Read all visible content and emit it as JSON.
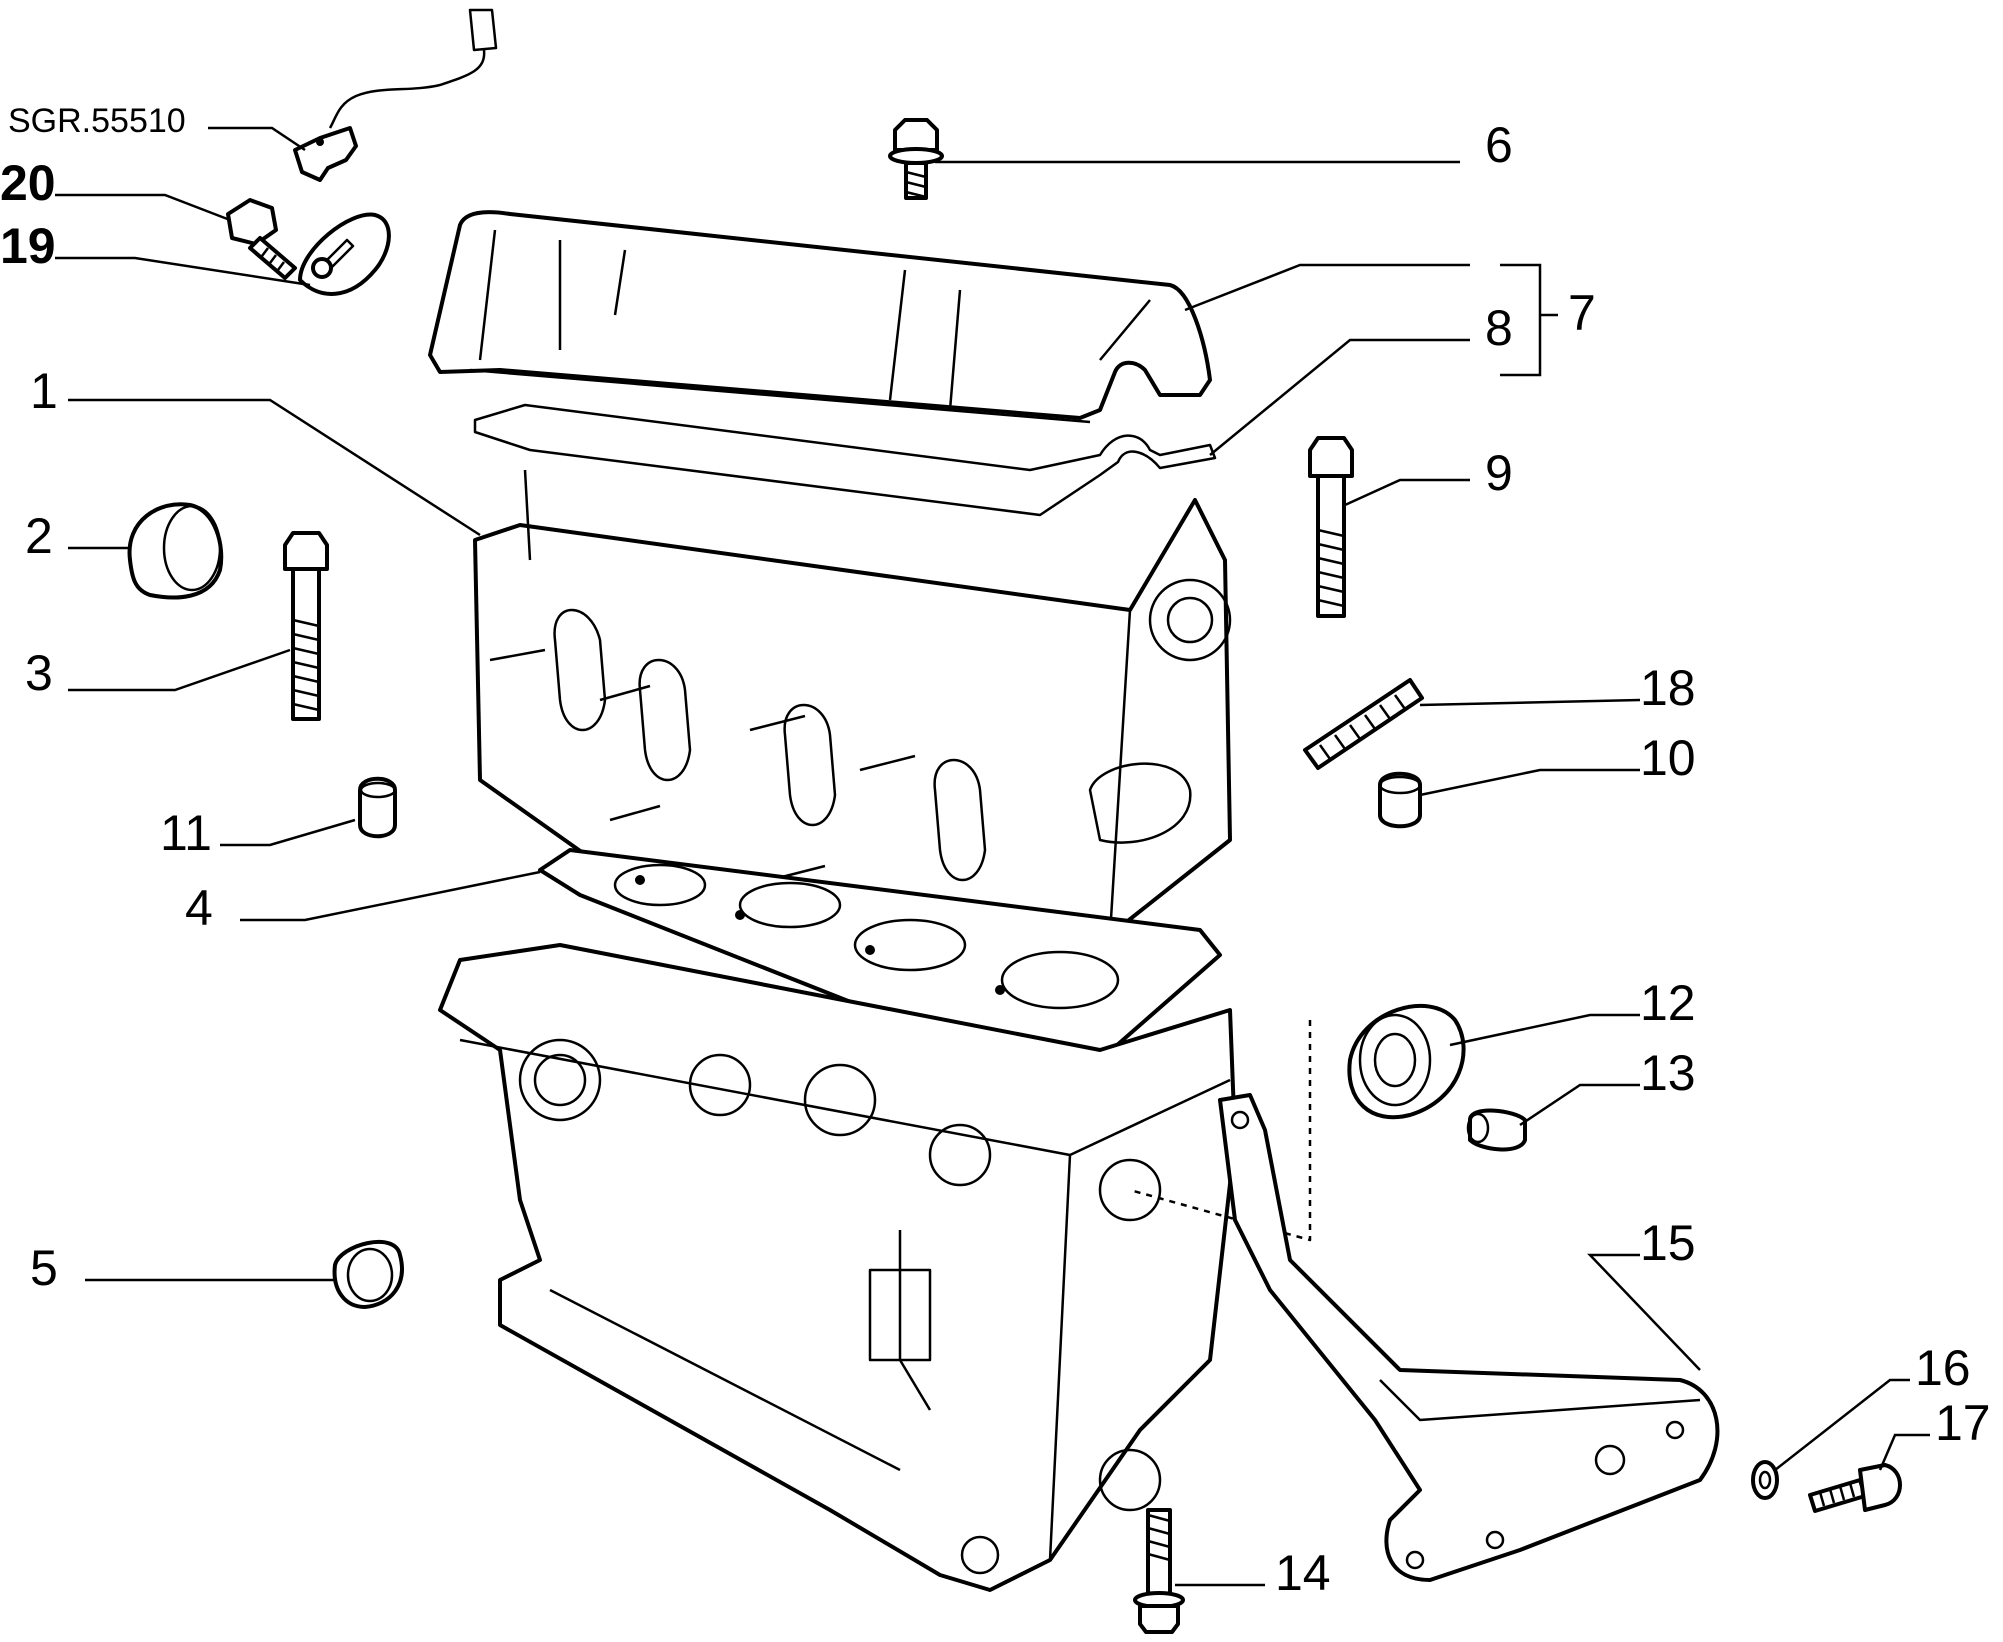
{
  "diagram": {
    "callouts": [
      {
        "id": "1",
        "text": "1"
      },
      {
        "id": "2",
        "text": "2"
      },
      {
        "id": "3",
        "text": "3"
      },
      {
        "id": "4",
        "text": "4"
      },
      {
        "id": "5",
        "text": "5"
      },
      {
        "id": "6",
        "text": "6"
      },
      {
        "id": "7",
        "text": "7"
      },
      {
        "id": "8",
        "text": "8"
      },
      {
        "id": "9",
        "text": "9"
      },
      {
        "id": "10",
        "text": "10"
      },
      {
        "id": "11",
        "text": "11"
      },
      {
        "id": "12",
        "text": "12"
      },
      {
        "id": "13",
        "text": "13"
      },
      {
        "id": "14",
        "text": "14"
      },
      {
        "id": "15",
        "text": "15"
      },
      {
        "id": "16",
        "text": "16"
      },
      {
        "id": "17",
        "text": "17"
      },
      {
        "id": "18",
        "text": "18"
      },
      {
        "id": "19",
        "text": "19"
      },
      {
        "id": "20",
        "text": "20"
      }
    ],
    "reference_label": "SGR.55510"
  }
}
